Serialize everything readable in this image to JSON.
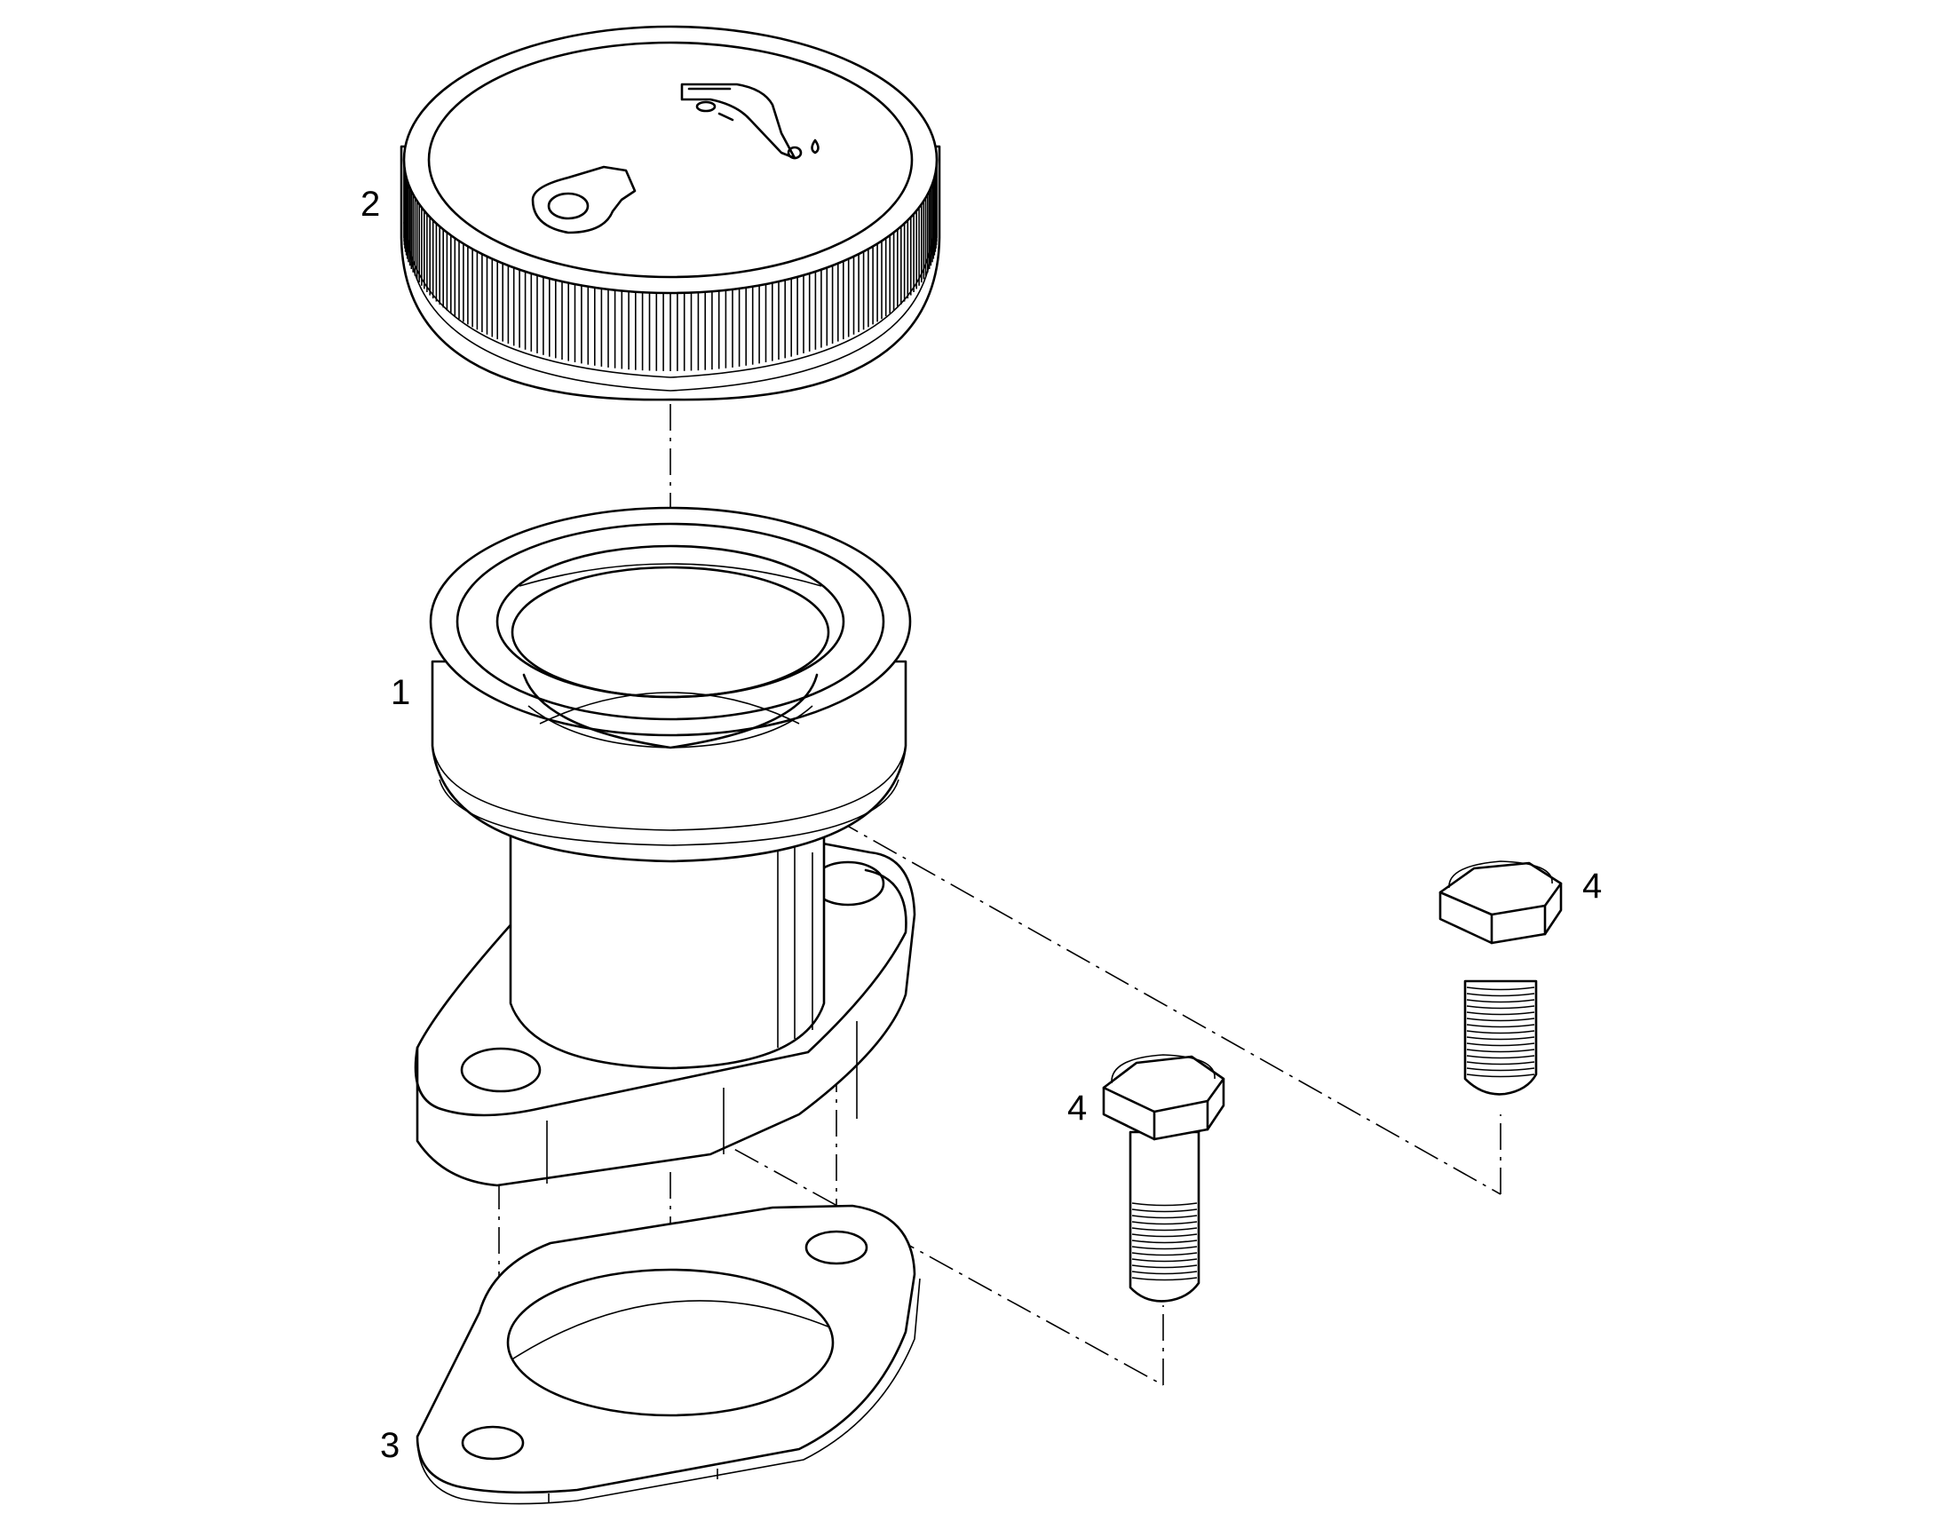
{
  "callouts": [
    {
      "id": "cap",
      "label": "2"
    },
    {
      "id": "filler-neck",
      "label": "1"
    },
    {
      "id": "gasket",
      "label": "3"
    },
    {
      "id": "bolt-a",
      "label": "4"
    },
    {
      "id": "bolt-b",
      "label": "4"
    }
  ],
  "line_color": "#000000",
  "background_color": "#ffffff"
}
